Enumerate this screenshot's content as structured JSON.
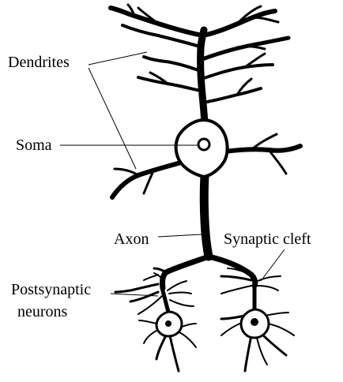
{
  "labels": {
    "dendrites": "Dendrites",
    "soma": "Soma",
    "axon": "Axon",
    "synaptic_cleft": "Synaptic cleft",
    "postsynaptic_line1": "Postsynaptic",
    "postsynaptic_line2": "neurons"
  },
  "colors": {
    "ink": "#000000",
    "background": "#ffffff"
  }
}
